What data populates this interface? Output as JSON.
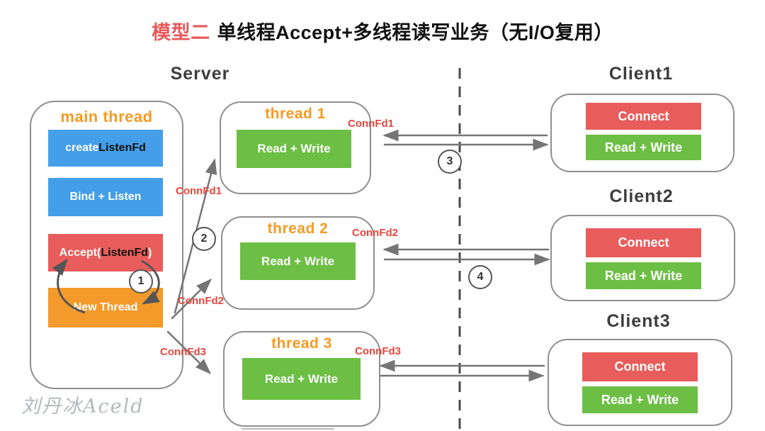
{
  "title": {
    "prefix": "模型二",
    "main": "单线程Accept+多线程读写业务（无I/O复用）"
  },
  "server": {
    "zone_label": "Server",
    "main_thread_label": "main thread",
    "steps": [
      {
        "pre": "create ",
        "em": "ListenFd",
        "post": ""
      },
      {
        "pre": "Bind + Listen",
        "em": "",
        "post": ""
      },
      {
        "pre": "Accept(",
        "em": "ListenFd",
        "post": ")"
      },
      {
        "pre": "New Thread",
        "em": "",
        "post": ""
      }
    ]
  },
  "threads": [
    {
      "title": "thread 1",
      "action": "Read + Write"
    },
    {
      "title": "thread 2",
      "action": "Read + Write"
    },
    {
      "title": "thread 3",
      "action": "Read + Write"
    }
  ],
  "clients": [
    {
      "title": "Client1",
      "connect": "Connect",
      "action": "Read + Write"
    },
    {
      "title": "Client2",
      "connect": "Connect",
      "action": "Read + Write"
    },
    {
      "title": "Client3",
      "connect": "Connect",
      "action": "Read + Write"
    }
  ],
  "connfd": {
    "left1": "ConnFd1",
    "left2": "ConnFd2",
    "left3": "ConnFd3",
    "right1": "ConnFd1",
    "right2": "ConnFd2",
    "right3": "ConnFd3"
  },
  "step_numbers": {
    "n1": "1",
    "n2": "2",
    "n3": "3",
    "n4": "4"
  },
  "watermark": "刘丹冰Aceld",
  "colors": {
    "blue_box": "#459fe8",
    "red_box": "#e85d5b",
    "orange_box": "#f39a2a",
    "green_box": "#6cbf44",
    "orange_text": "#f59a23",
    "red_label": "#e8463c",
    "title_red": "#e85a5a",
    "arrow_gray": "#757575"
  }
}
